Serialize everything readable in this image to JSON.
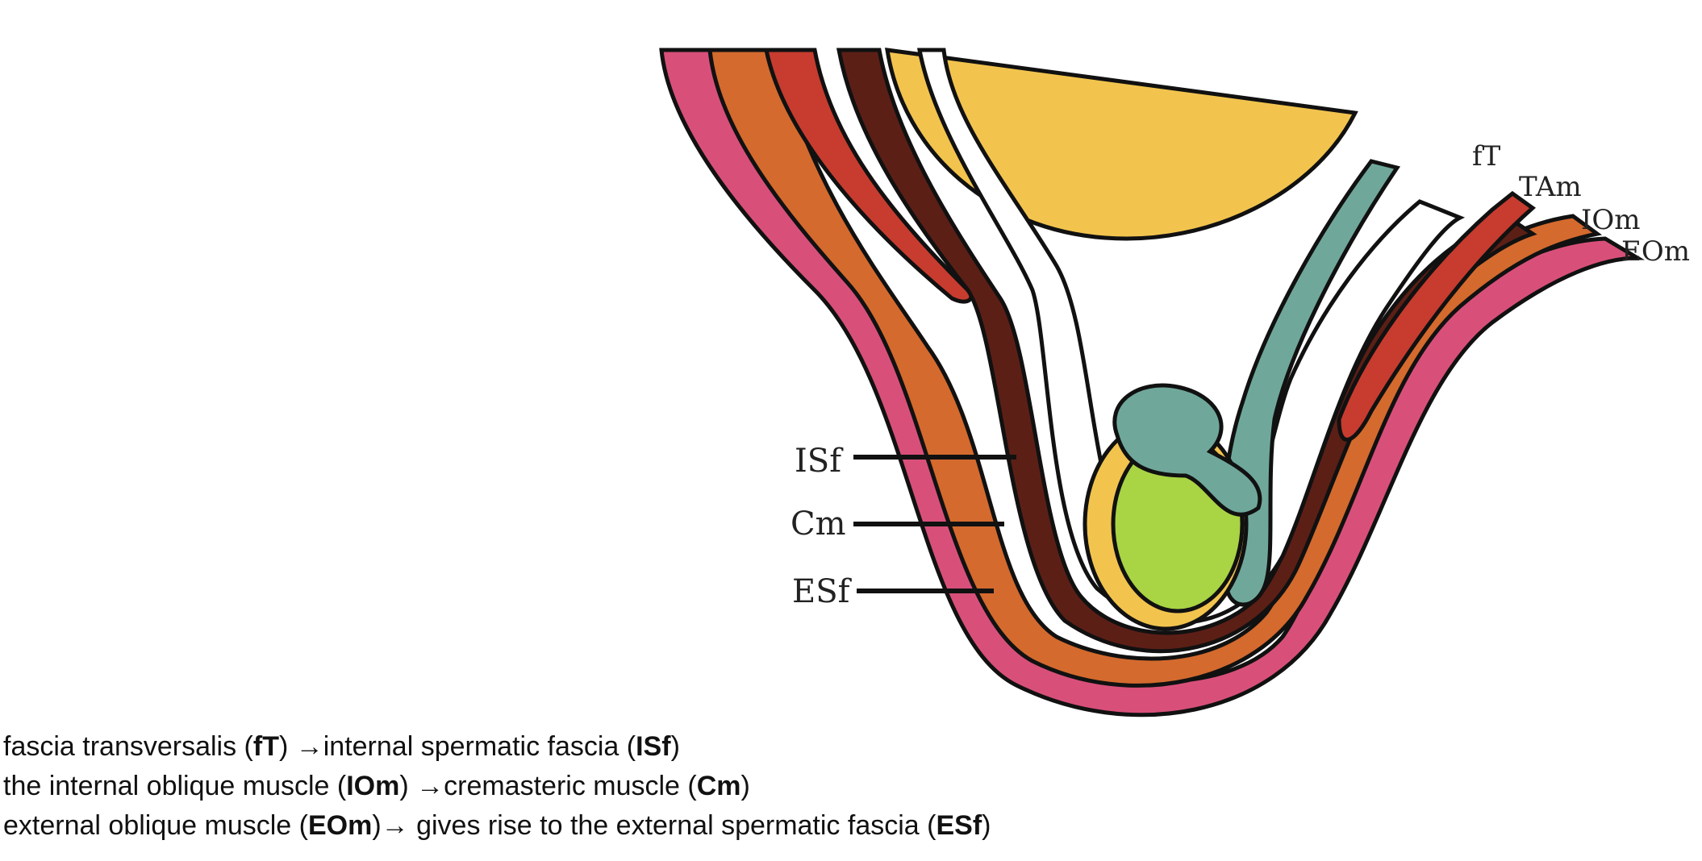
{
  "diagram": {
    "layer_labels": {
      "fT": "fT",
      "TAm": "TAm",
      "IOm": "IOm",
      "EOm": "EOm",
      "ISf": "ISf",
      "Cm": "Cm",
      "ESf": "ESf"
    },
    "colors": {
      "pink": "#d8507a",
      "orange": "#d46a2e",
      "red": "#c73c2f",
      "dark_brown": "#5c1f16",
      "teal": "#6fa89b",
      "yellow": "#f2c44e",
      "lime": "#a9d444",
      "outline": "#111111"
    }
  },
  "caption": [
    {
      "pre": "fascia transversalis (",
      "abbr1": "fT",
      "mid": ") →internal spermatic fascia (",
      "abbr2": "ISf",
      "post": ")"
    },
    {
      "pre": "the internal oblique muscle (",
      "abbr1": "IOm",
      "mid": ") →cremasteric muscle (",
      "abbr2": "Cm",
      "post": ")"
    },
    {
      "pre": "external oblique muscle (",
      "abbr1": "EOm",
      "mid": ")→ gives rise to the external spermatic fascia (",
      "abbr2": "ESf",
      "post": ")"
    }
  ]
}
